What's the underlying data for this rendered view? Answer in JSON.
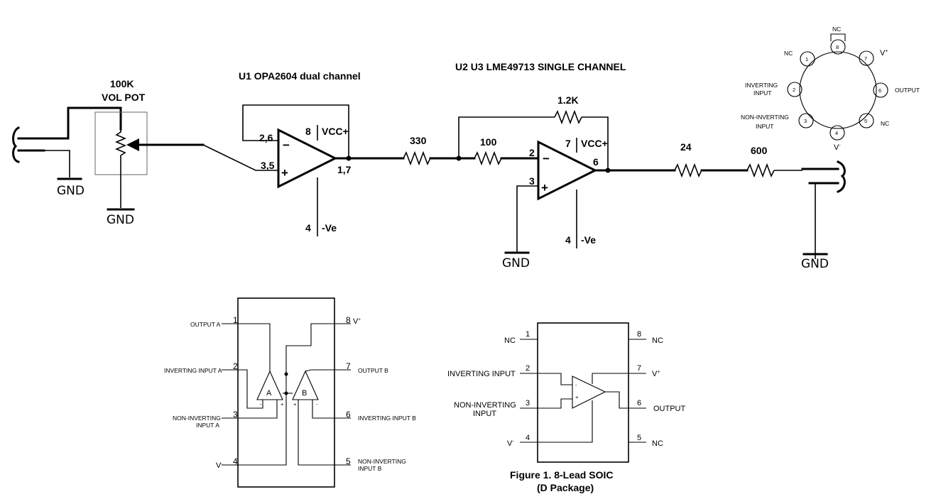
{
  "schematic": {
    "pot_value": "100K",
    "pot_name": "VOL POT",
    "u1_title": "U1 OPA2604  dual channel",
    "u2_title": "U2 U3 LME49713 SINGLE CHANNEL",
    "u1_pin_inv": "2,6",
    "u1_pin_noninv": "3,5",
    "u1_pin_out": "1,7",
    "u1_pin_vcc": "8",
    "u1_pin_vee": "4",
    "vcc_label": "VCC+",
    "vee_label": "-Ve",
    "r_330": "330",
    "r_100": "100",
    "r_1k2": "1.2K",
    "r_24": "24",
    "r_600": "600",
    "u2_pin_inv": "2",
    "u2_pin_noninv": "3",
    "u2_pin_out": "6",
    "u2_pin_vcc": "7",
    "u2_pin_vee": "4",
    "gnd_label": "GND"
  },
  "round_pkg": {
    "pins": [
      "1",
      "2",
      "3",
      "4",
      "5",
      "6",
      "7",
      "8"
    ],
    "nc_top": "NC",
    "nc_left": "NC",
    "vplus": "V+",
    "inverting": [
      "INVERTING",
      "INPUT"
    ],
    "output": "OUTPUT",
    "noninverting": [
      "NON-INVERTING",
      "INPUT"
    ],
    "nc_right": "NC",
    "vminus": "V-"
  },
  "dual_pkg": {
    "pins": [
      "1",
      "2",
      "3",
      "4",
      "5",
      "6",
      "7",
      "8"
    ],
    "output_a": "OUTPUT A",
    "inverting_a": "INVERTING INPUT A",
    "noninverting_a": [
      "NON-INVERTING",
      "INPUT A"
    ],
    "vminus": "V-",
    "vplus": "V+",
    "output_b": "OUTPUT B",
    "inverting_b": "INVERTING INPUT B",
    "noninverting_b": [
      "NON-INVERTING",
      "INPUT B"
    ],
    "amp_a": "A",
    "amp_b": "B"
  },
  "soic_pkg": {
    "pins": [
      "1",
      "2",
      "3",
      "4",
      "5",
      "6",
      "7",
      "8"
    ],
    "nc1": "NC",
    "inverting": "INVERTING INPUT",
    "noninverting": [
      "NON-INVERTING",
      "INPUT"
    ],
    "vminus": "V-",
    "nc8": "NC",
    "vplus": "V+",
    "output": "OUTPUT",
    "nc5": "NC",
    "caption1": "Figure 1.  8-Lead SOIC",
    "caption2": "(D Package)"
  }
}
